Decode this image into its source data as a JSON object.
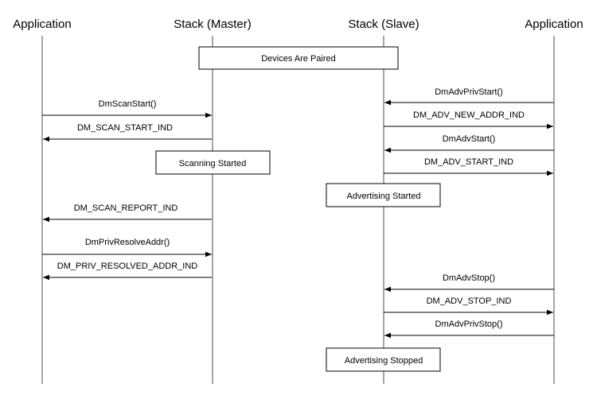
{
  "lanes": {
    "app_left": "Application",
    "master": "Stack (Master)",
    "slave": "Stack (Slave)",
    "app_right": "Application"
  },
  "notes": {
    "paired": "Devices Are Paired",
    "scanning_started": "Scanning Started",
    "advertising_started": "Advertising Started",
    "advertising_stopped": "Advertising Stopped"
  },
  "messages": {
    "dm_scan_start": "DmScanStart()",
    "dm_scan_start_ind": "DM_SCAN_START_IND",
    "dm_scan_report_ind": "DM_SCAN_REPORT_IND",
    "dm_priv_resolve_addr": "DmPrivResolveAddr()",
    "dm_priv_resolved_addr_ind": "DM_PRIV_RESOLVED_ADDR_IND",
    "dm_adv_priv_start": "DmAdvPrivStart()",
    "dm_adv_new_addr_ind": "DM_ADV_NEW_ADDR_IND",
    "dm_adv_start": "DmAdvStart()",
    "dm_adv_start_ind": "DM_ADV_START_IND",
    "dm_adv_stop": "DmAdvStop()",
    "dm_adv_stop_ind": "DM_ADV_STOP_IND",
    "dm_adv_priv_stop": "DmAdvPrivStop()"
  },
  "colors": {
    "lifeline": "#a6a6a6",
    "ink": "#000000"
  }
}
